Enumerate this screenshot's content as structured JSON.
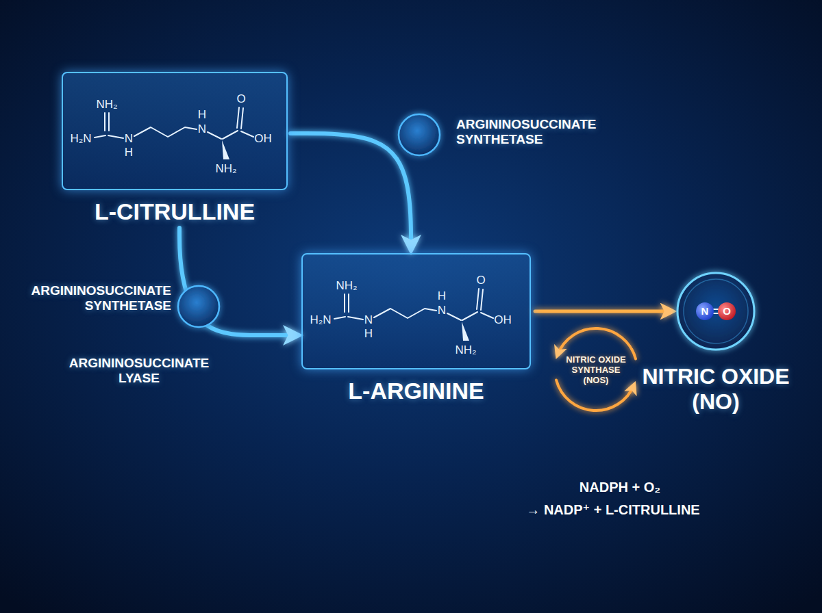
{
  "diagram": {
    "nodes": [
      {
        "text": [
          "L-CITRULLINE"
        ]
      },
      {
        "text": [
          "ARGININOSUCCINATE SYNTHETASE"
        ]
      },
      {
        "text": [
          "ARGININOSUCCINATE SYNTHETASE",
          "ARGININOSUCCINATE LYASE"
        ]
      },
      {
        "text": [
          "L-ARGININE"
        ]
      },
      {
        "text": [
          "N",
          "O",
          "NITRIC OXIDE (NO)"
        ]
      },
      {
        "text": [
          "NITRIC OXIDE SYNTHASE (NOS)"
        ]
      }
    ],
    "edges": [
      {
        "from": 0,
        "to": 3,
        "arrow": "to"
      },
      {
        "from": 0,
        "to": 3,
        "arrow": "to"
      },
      {
        "from": 3,
        "to": 4,
        "arrow": "to"
      }
    ],
    "labels": [
      "NH₂",
      "H₂N",
      "N",
      "H",
      "H",
      "N",
      "O",
      "OH",
      "NH₂",
      "NH₂",
      "H₂N",
      "N",
      "H",
      "H",
      "N",
      "O",
      "OH",
      "NH₂",
      "NADPH + O₂",
      "→ NADP⁺ + L-CITRULLINE"
    ]
  }
}
